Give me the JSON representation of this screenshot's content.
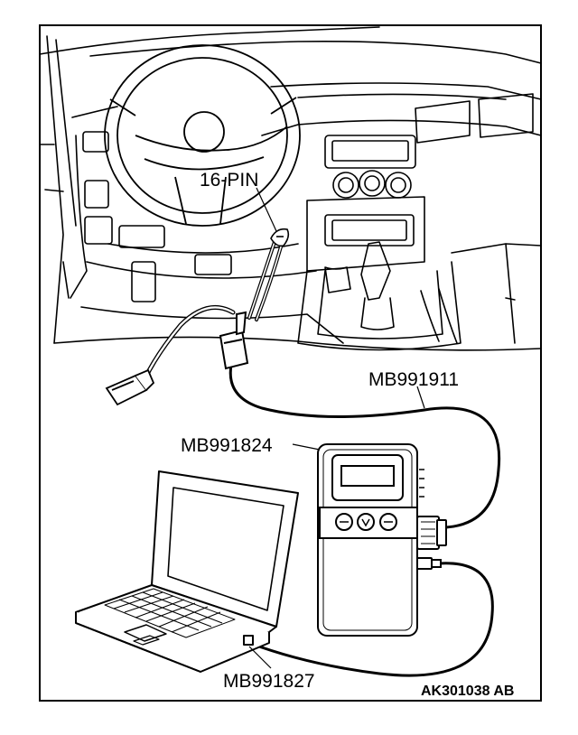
{
  "figure": {
    "labels": {
      "connector": "16-PIN",
      "cable_main": "MB991911",
      "vci": "MB991824",
      "usb_cable": "MB991827"
    },
    "reference_code": "AK301038 AB"
  }
}
